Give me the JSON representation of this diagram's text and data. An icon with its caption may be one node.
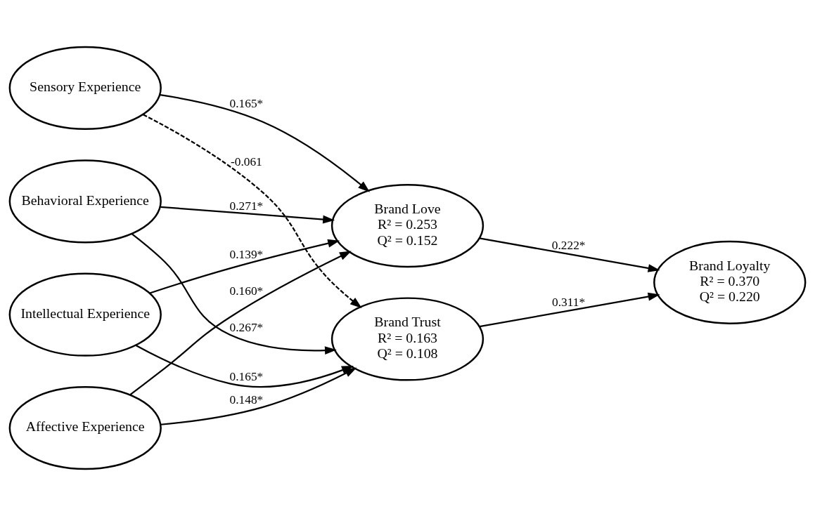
{
  "diagram": {
    "nodes": [
      {
        "text": [
          "Sensory Experience"
        ]
      },
      {
        "text": [
          "Affective Experience"
        ]
      },
      {
        "text": [
          "Intellectual Experience"
        ]
      },
      {
        "text": [
          "Behavioral Experience"
        ]
      },
      {
        "text": [
          "Brand Love",
          "R² = 0.253",
          "Q² = 0.152"
        ]
      },
      {
        "text": [
          "Brand Trust",
          "R² = 0.163",
          "Q² = 0.108"
        ]
      },
      {
        "text": [
          "Brand Loyalty",
          "R² = 0.370",
          "Q² = 0.220"
        ]
      }
    ],
    "edges": [
      {
        "from": 0,
        "to": 4,
        "arrow": "to",
        "label": "0.165*"
      },
      {
        "from": 0,
        "to": 5,
        "arrow": "to",
        "label": "-0.061",
        "style": "dashed"
      },
      {
        "from": 1,
        "to": 4,
        "arrow": "to",
        "label": "0.160*"
      },
      {
        "from": 1,
        "to": 5,
        "arrow": "to",
        "label": "0.148*"
      },
      {
        "from": 2,
        "to": 4,
        "arrow": "to",
        "label": "0.139*"
      },
      {
        "from": 2,
        "to": 5,
        "arrow": "to",
        "label": "0.165*"
      },
      {
        "from": 3,
        "to": 4,
        "arrow": "to",
        "label": "0.271*"
      },
      {
        "from": 3,
        "to": 5,
        "arrow": "to",
        "label": "0.267*"
      },
      {
        "from": 4,
        "to": 6,
        "arrow": "to",
        "label": "0.222*"
      },
      {
        "from": 5,
        "to": 6,
        "arrow": "to",
        "label": "0.311*"
      }
    ]
  }
}
